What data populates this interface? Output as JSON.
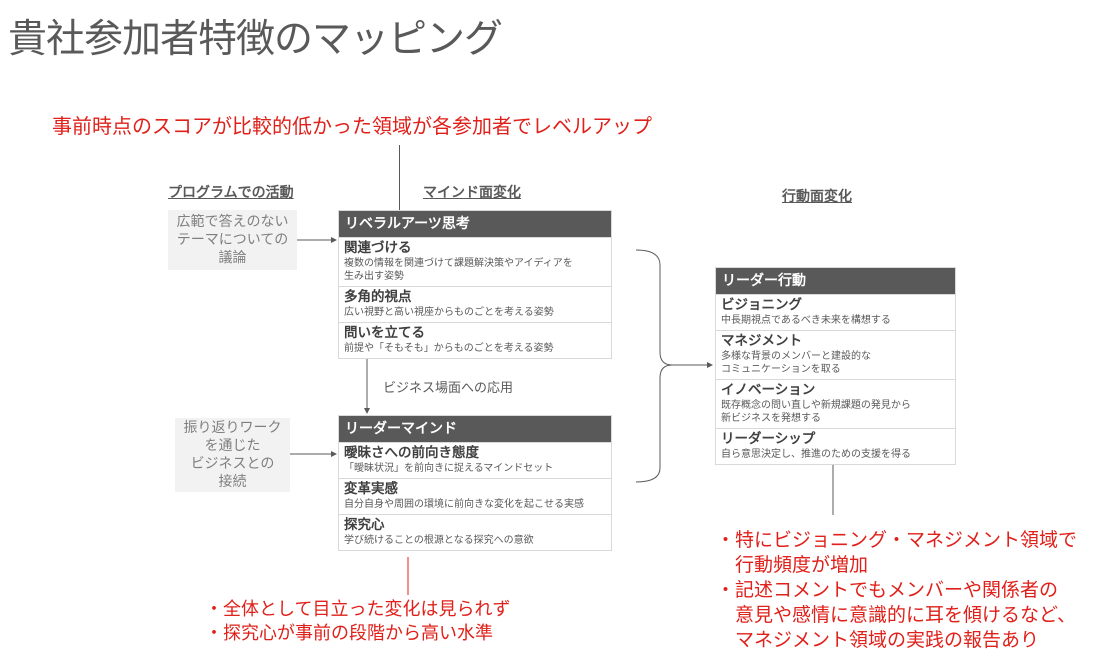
{
  "title": "貴社参加者特徴のマッピング",
  "headline": "事前時点のスコアが比較的低かった領域が各参加者でレベルアップ",
  "headers": {
    "program": "プログラムでの活動",
    "mind": "マインド面変化",
    "behavior": "行動面変化"
  },
  "program_boxes": [
    "広範で答えのない\nテーマについての\n議論",
    "振り返りワーク\nを通じた\nビジネスとの\n接続"
  ],
  "application_label": "ビジネス場面への応用",
  "cards": [
    {
      "title": "リベラルアーツ思考",
      "rows": [
        {
          "title": "関連づける",
          "desc": "複数の情報を関連づけて課題解決策やアイディアを\n生み出す姿勢"
        },
        {
          "title": "多角的視点",
          "desc": "広い視野と高い視座からものごとを考える姿勢"
        },
        {
          "title": "問いを立てる",
          "desc": "前提や「そもそも」からものごとを考える姿勢"
        }
      ]
    },
    {
      "title": "リーダーマインド",
      "rows": [
        {
          "title": "曖昧さへの前向き態度",
          "desc": "「曖昧状況」を前向きに捉えるマインドセット"
        },
        {
          "title": "変革実感",
          "desc": "自分自身や周囲の環境に前向きな変化を起こせる実感"
        },
        {
          "title": "探究心",
          "desc": "学び続けることの根源となる探究への意欲"
        }
      ]
    },
    {
      "title": "リーダー行動",
      "rows": [
        {
          "title": "ビジョニング",
          "desc": "中長期視点であるべき未来を構想する"
        },
        {
          "title": "マネジメント",
          "desc": "多様な背景のメンバーと建設的な\nコミュニケーションを取る"
        },
        {
          "title": "イノベーション",
          "desc": "既存概念の問い直しや新規課題の発見から\n新ビジネスを発想する"
        },
        {
          "title": "リーダーシップ",
          "desc": "自ら意思決定し、推進のための支援を得る"
        }
      ]
    }
  ],
  "notes_mind": [
    "・全体として目立った変化は見られず",
    "・探究心が事前の段階から高い水準"
  ],
  "notes_behavior": [
    "・特にビジョニング・マネジメント領域で",
    "　行動頻度が増加",
    "・記述コメントでもメンバーや関係者の",
    "　意見や感情に意識的に耳を傾けるなど、",
    "　マネジメント領域の実践の報告あり"
  ]
}
